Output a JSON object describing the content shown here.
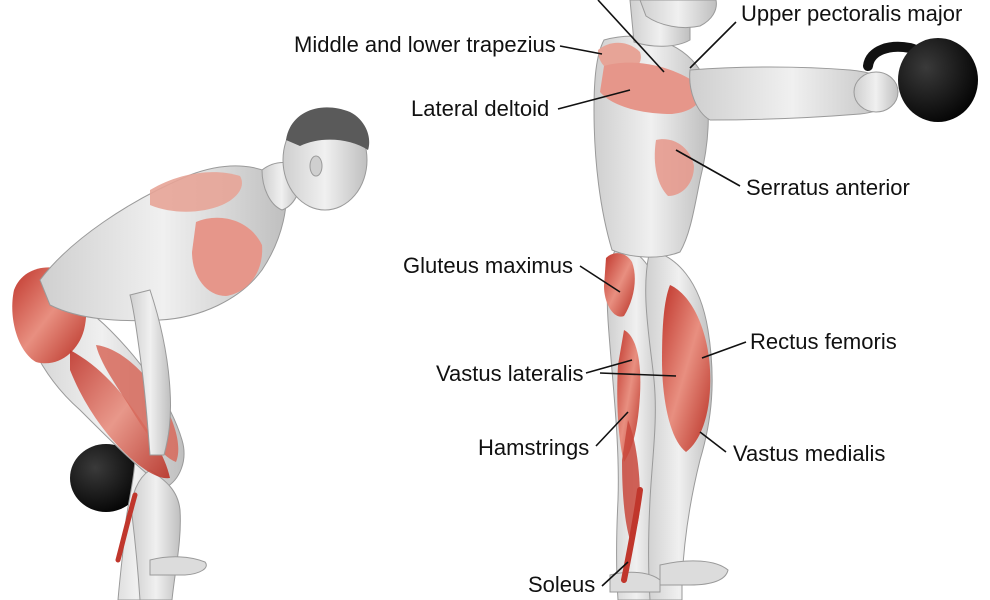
{
  "labels": {
    "upper_pectoralis_major": "Upper pectoralis major",
    "middle_lower_trapezius": "Middle and lower trapezius",
    "lateral_deltoid": "Lateral deltoid",
    "serratus_anterior": "Serratus anterior",
    "gluteus_maximus": "Gluteus maximus",
    "rectus_femoris": "Rectus femoris",
    "vastus_lateralis": "Vastus lateralis",
    "hamstrings": "Hamstrings",
    "vastus_medialis": "Vastus medialis",
    "soleus": "Soleus"
  },
  "colors": {
    "background": "#ffffff",
    "skin": "#e6e6e6",
    "skin_shadow": "#bdbdbd",
    "muscle_light": "#e8a59a",
    "muscle_dark": "#c0362c",
    "kettlebell": "#111111",
    "text": "#111111"
  }
}
